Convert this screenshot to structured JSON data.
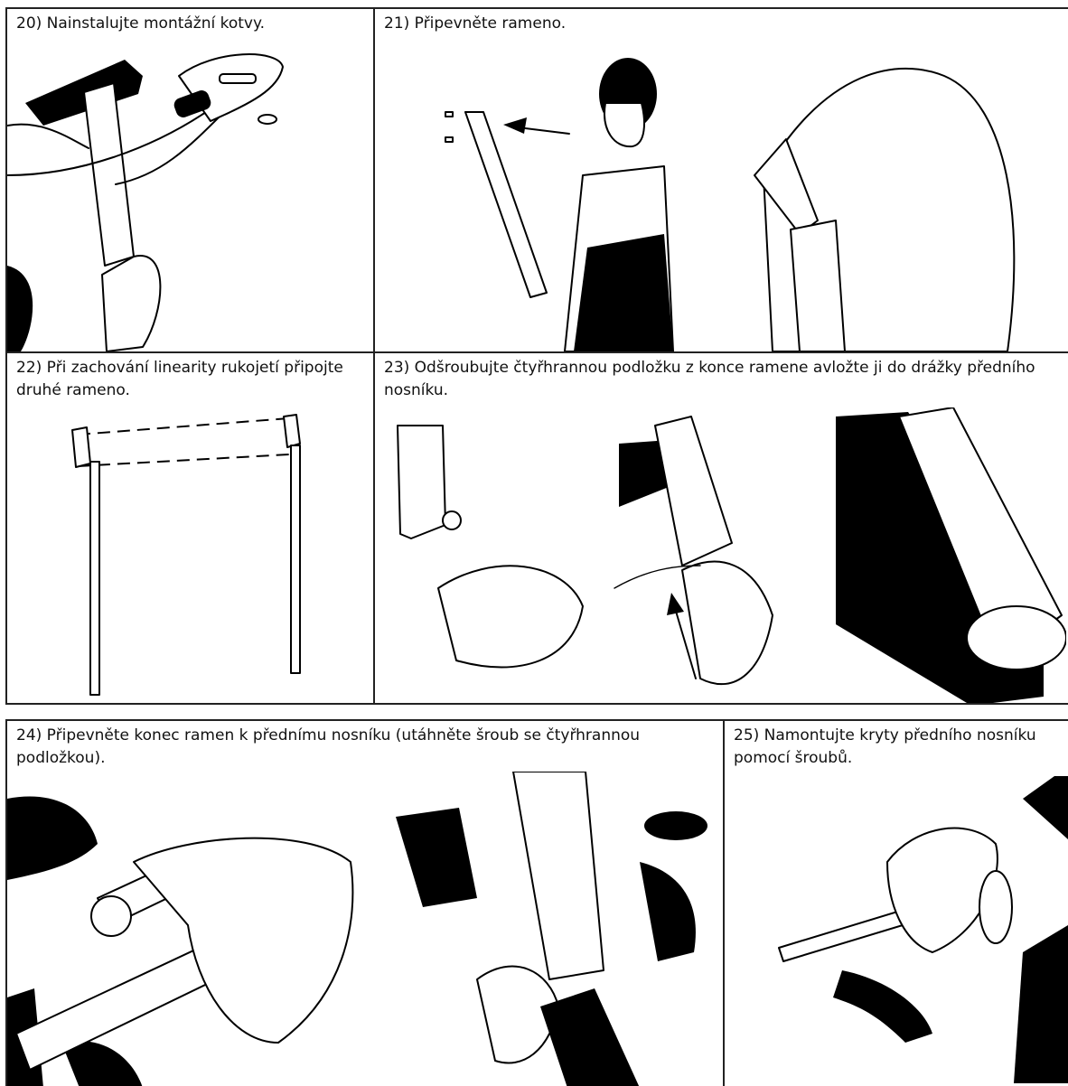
{
  "steps": [
    {
      "caption": "20) Nainstalujte montážní kotvy."
    },
    {
      "caption": "21) Připevněte rameno."
    },
    {
      "caption": "22) Při zachování linearity rukojetí připojte druhé rameno."
    },
    {
      "caption": "23) Odšroubujte čtyřhrannou podložku z konce ramene avložte ji do drážky předního nosníku."
    },
    {
      "caption": "24) Připevněte konec ramen k přednímu nosníku (utáhněte šroub se čtyřhrannou podložkou)."
    },
    {
      "caption": "25) Namontujte kryty předního nosníku pomocí šroubů."
    }
  ]
}
